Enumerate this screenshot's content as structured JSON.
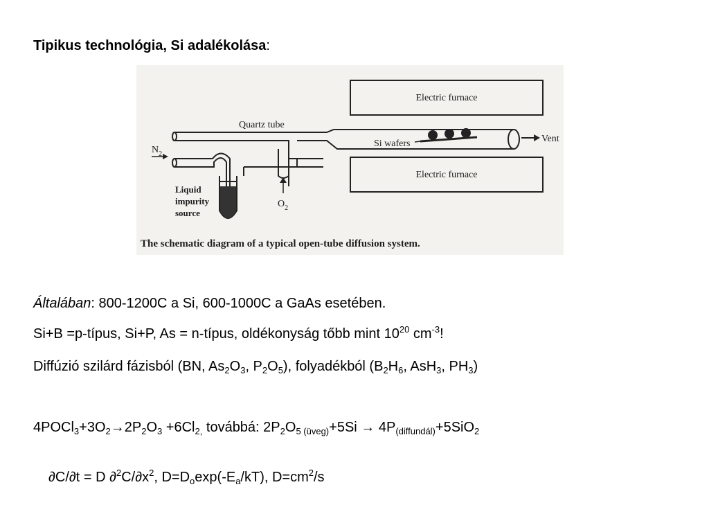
{
  "title": {
    "bold": "Tipikus technológia,  Si adalékolása",
    "colon": ":"
  },
  "figure": {
    "furnace_top": "Electric furnace",
    "furnace_bottom": "Electric furnace",
    "quartz_tube": "Quartz tube",
    "si_wafers": "Si wafers",
    "vent": "Vent",
    "n2_base": "N",
    "n2_sub": "2",
    "o2_base": "O",
    "o2_sub": "2",
    "liquid_1": "Liquid",
    "liquid_2": "impurity",
    "liquid_3": "source",
    "caption": "The schematic diagram of a typical open-tube diffusion system."
  },
  "line1": {
    "italic": "Általában",
    "rest": ": 800-1200C a Si, 600-1000C a GaAs esetében."
  },
  "line2": {
    "a": "Si+B =p-típus, Si+P, As = n-típus, oldékonyság tőbb mint 10",
    "exp1": "20",
    "b": " cm",
    "exp2": "-3",
    "c": "!"
  },
  "line3": {
    "p1": "Diffúzió szilárd fázisból (BN, As",
    "s1": "2",
    "p2": "O",
    "s2": "3",
    "p3": ", P",
    "s3": "2",
    "p4": "O",
    "s4": "5",
    "p5": "), folyadékból (B",
    "s5": "2",
    "p6": "H",
    "s6": "6",
    "p7": ", AsH",
    "s7": "3",
    "p8": ", PH",
    "s8": "3",
    "p9": ")"
  },
  "line4": {
    "p1": "4POCl",
    "s1": "3",
    "p2": "+3O",
    "s2": "2",
    "p3": "→2P",
    "s3": "2",
    "p4": "O",
    "s4": "3",
    "p5": " +6Cl",
    "s5": "2,",
    "p6": " továbbá: 2P",
    "s6": "2",
    "p7": "O",
    "s7": "5 (üveg)",
    "p8": "+5Si → 4P",
    "s8": "(diffundál)",
    "p9": "+5SiO",
    "s9": "2"
  },
  "line5": {
    "p1": "∂C/∂t = D ∂",
    "e1": "2",
    "p2": "C/∂x",
    "e2": "2",
    "p3": ",    D=D",
    "s1": "o",
    "p4": "exp(-E",
    "s2": "a",
    "p5": "/kT),    D=cm",
    "e3": "2",
    "p6": "/s"
  }
}
